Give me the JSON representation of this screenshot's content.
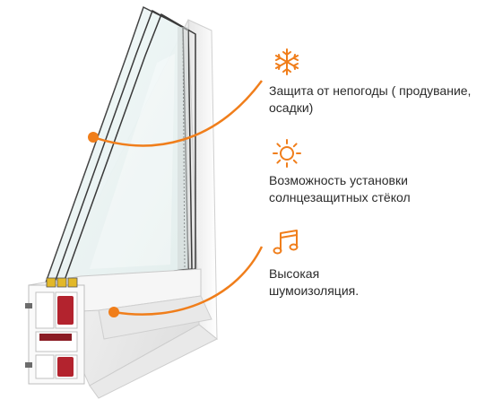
{
  "colors": {
    "accent": "#f07e1b",
    "text": "#2a2a2a",
    "frame": "#f3f3f3",
    "glass": "#e9f3f3",
    "seal": "#b3232e"
  },
  "features": [
    {
      "icon": "snowflake-icon",
      "lines": [
        "Защита от непогоды ( продувание,",
        "осадки)"
      ]
    },
    {
      "icon": "sun-icon",
      "lines": [
        "Возможность установки",
        "солнцезащитных стёкол"
      ]
    },
    {
      "icon": "music-note-icon",
      "lines": [
        "Высокая",
        "шумоизоляция."
      ]
    }
  ]
}
